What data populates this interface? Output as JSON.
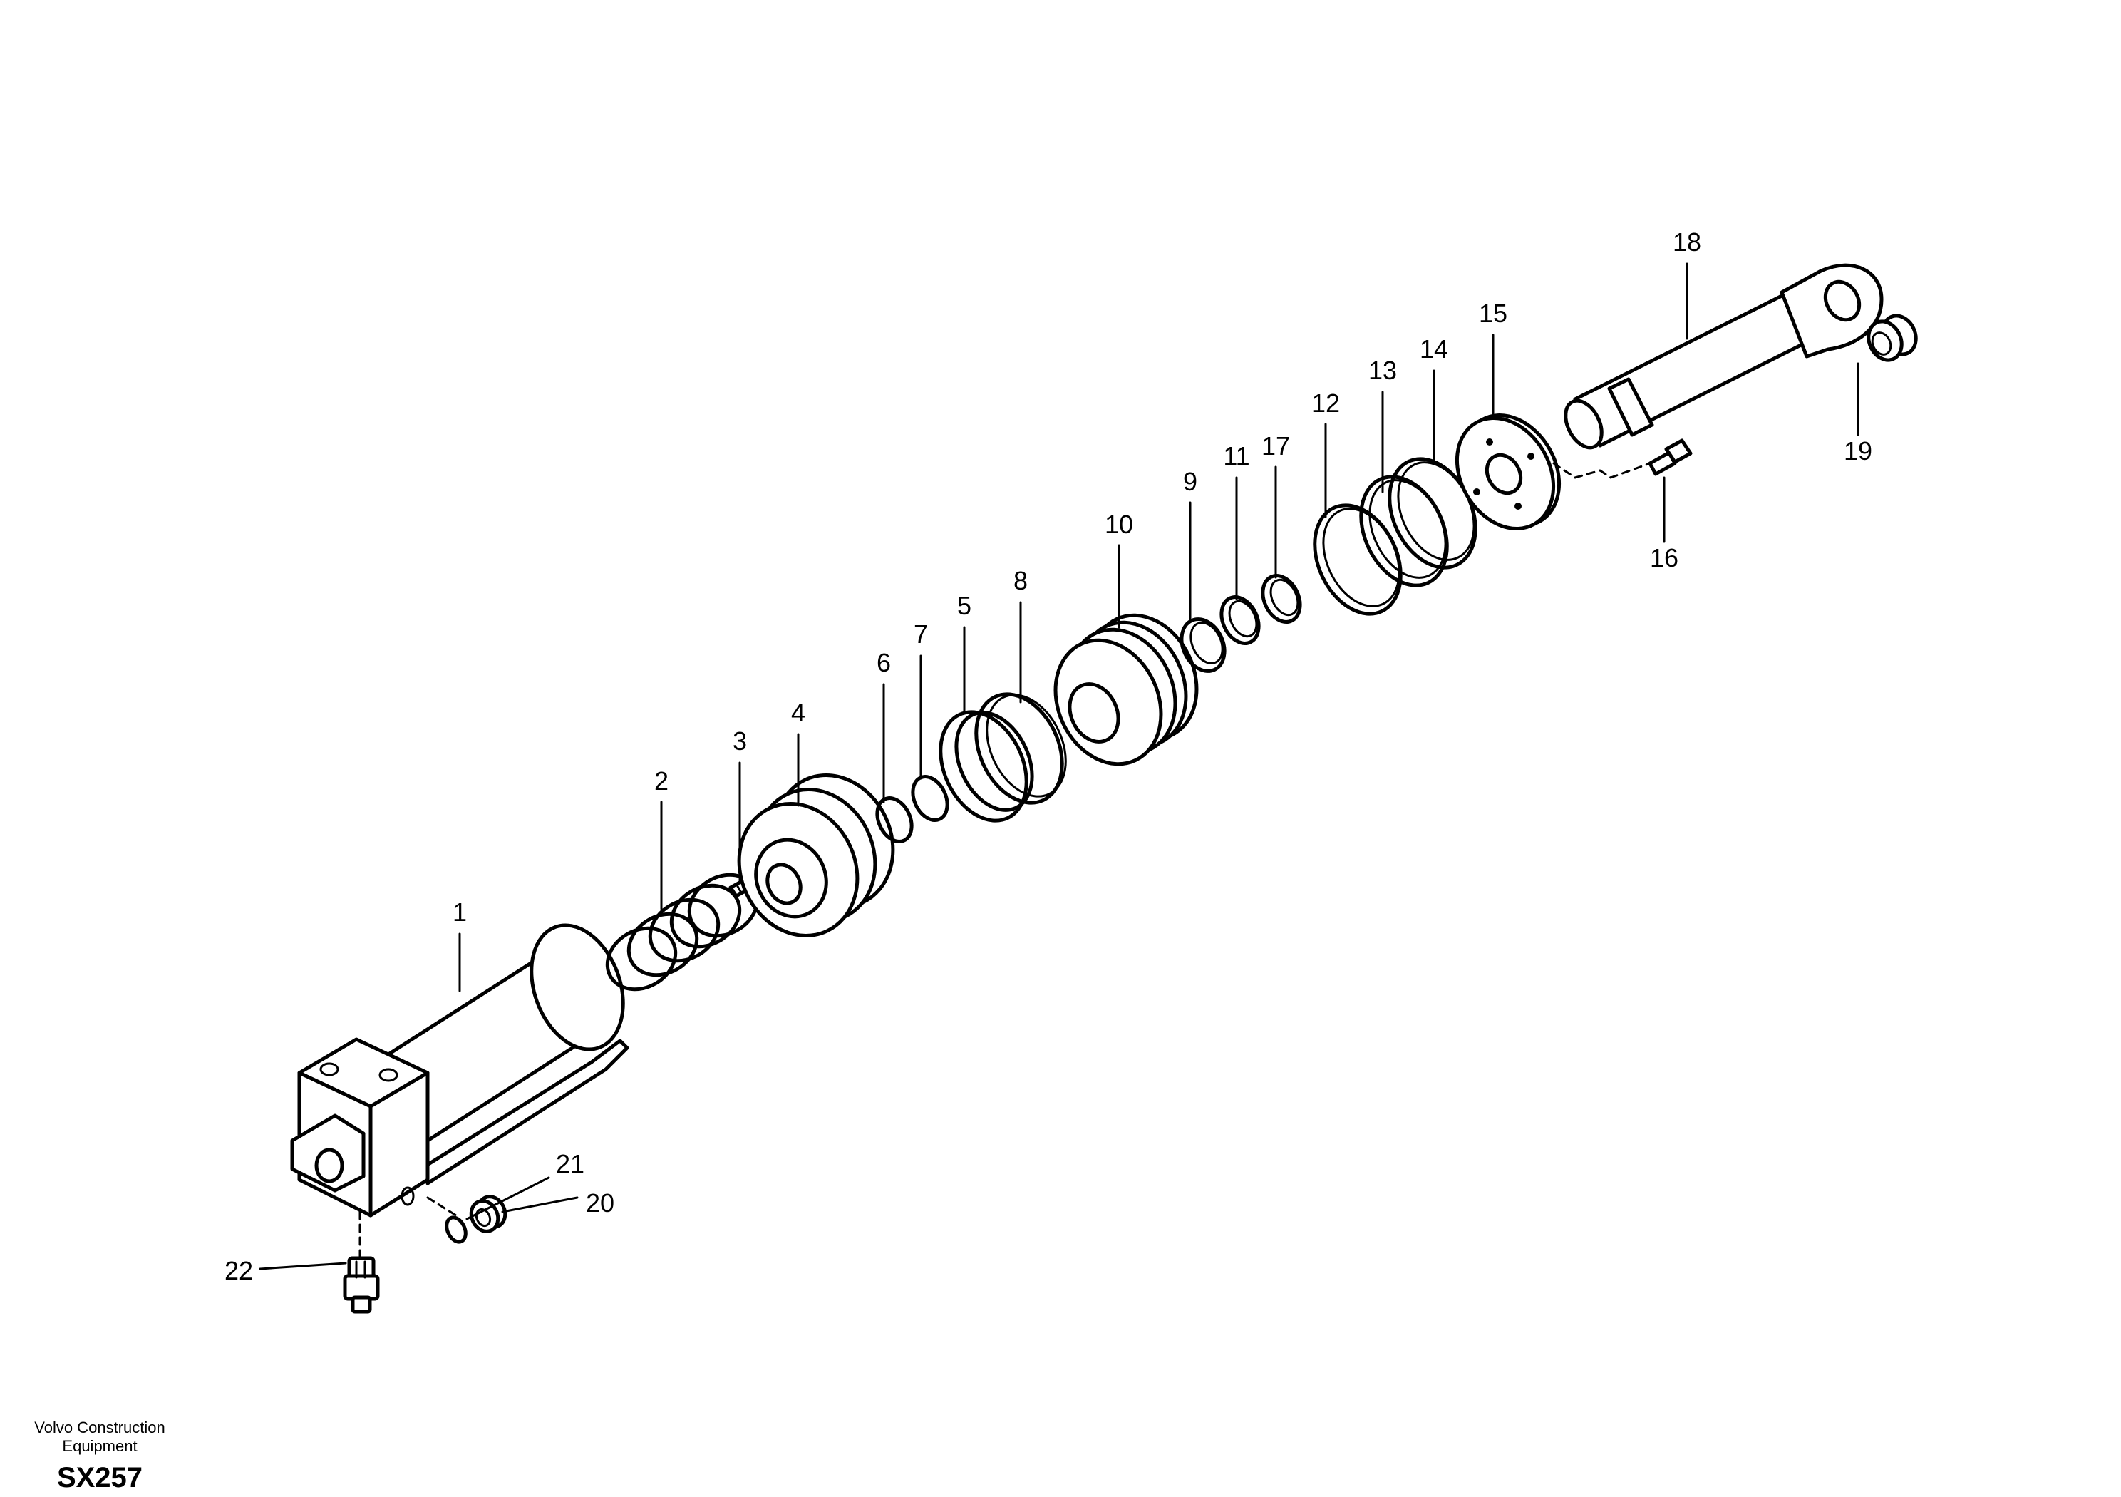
{
  "labels": [
    "1",
    "2",
    "3",
    "4",
    "5",
    "6",
    "7",
    "8",
    "9",
    "10",
    "11",
    "12",
    "13",
    "14",
    "15",
    "16",
    "17",
    "18",
    "19",
    "20",
    "21",
    "22"
  ],
  "footer": {
    "company_line1": "Volvo Construction",
    "company_line2": "Equipment",
    "code": "SX257"
  }
}
